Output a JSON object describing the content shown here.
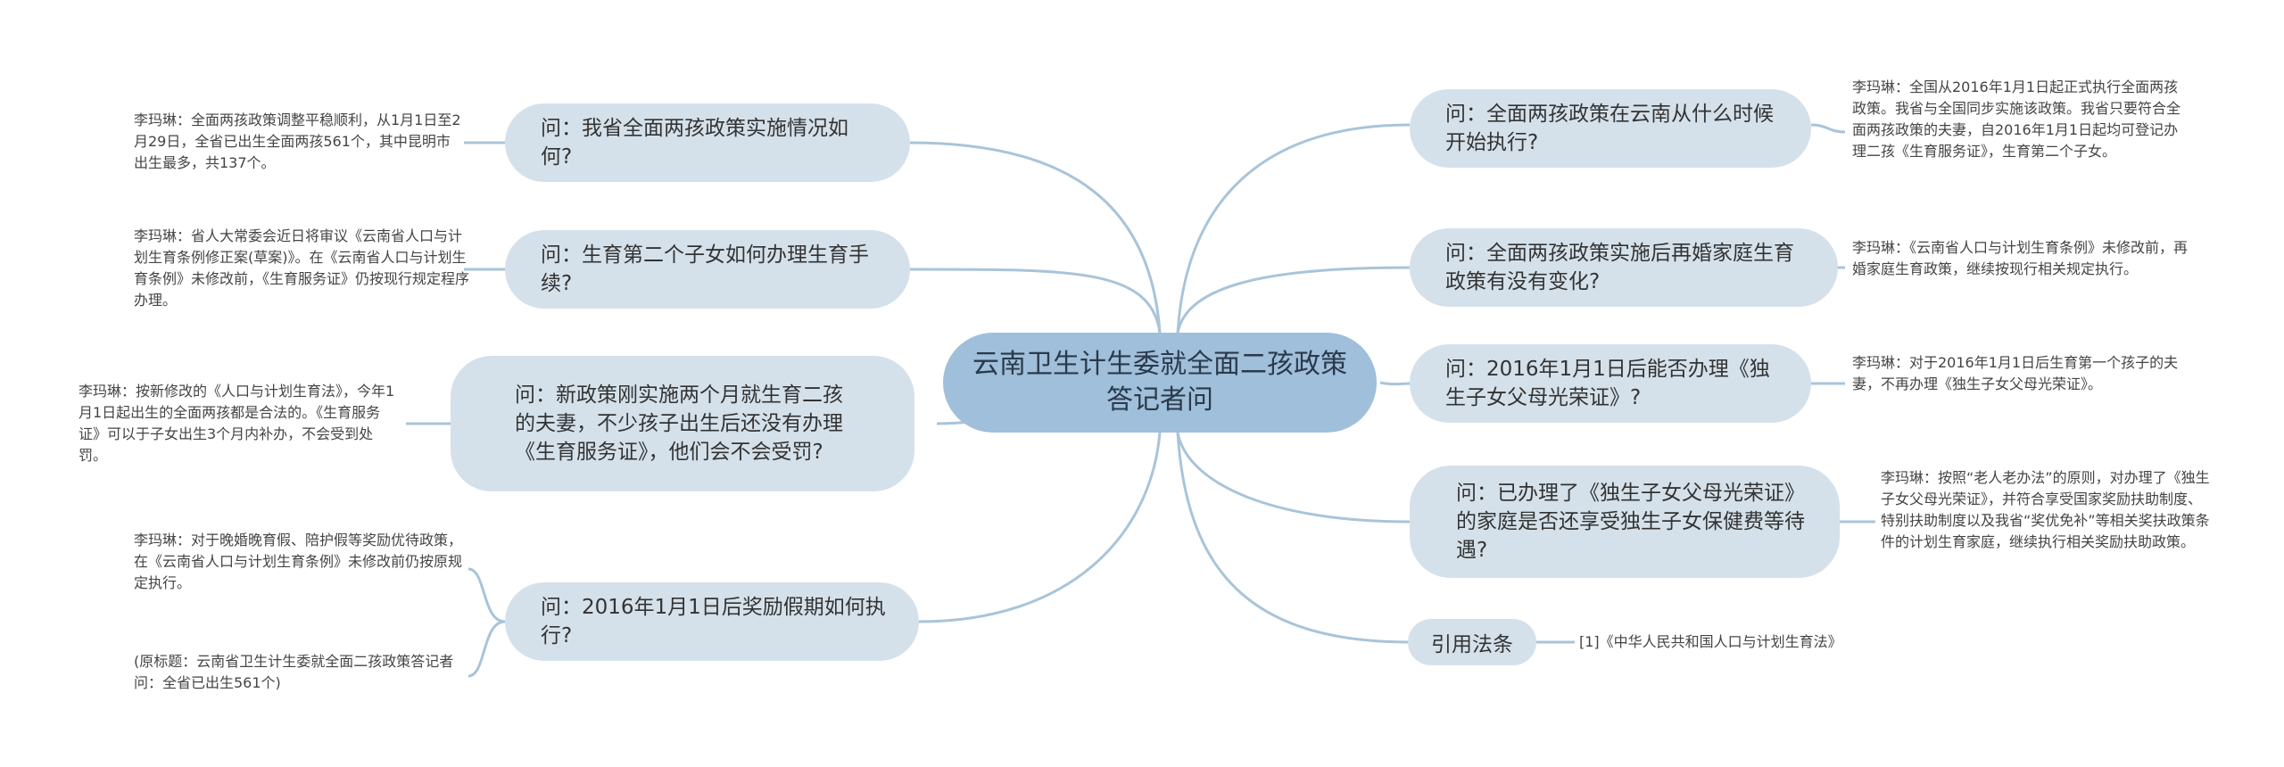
{
  "root": {
    "title": "云南卫生计生委就全面二孩政策答记者问"
  },
  "left": [
    {
      "question": "问：我省全面两孩政策实施情况如何?",
      "answer": "李玛琳：全面两孩政策调整平稳顺利，从1月1日至2月29日，全省已出生全面两孩561个，其中昆明市出生最多，共137个。"
    },
    {
      "question": "问：生育第二个子女如何办理生育手续?",
      "answer": "李玛琳：省人大常委会近日将审议《云南省人口与计划生育条例修正案(草案)》。在《云南省人口与计划生育条例》未修改前，《生育服务证》仍按现行规定程序办理。"
    },
    {
      "question": "问：新政策刚实施两个月就生育二孩的夫妻，不少孩子出生后还没有办理《生育服务证》，他们会不会受罚?",
      "answer": "李玛琳：按新修改的《人口与计划生育法》，今年1月1日起出生的全面两孩都是合法的。《生育服务证》可以于子女出生3个月内补办，不会受到处罚。"
    },
    {
      "question": "问：2016年1月1日后奖励假期如何执行?",
      "answer": "李玛琳：对于晚婚晚育假、陪护假等奖励优待政策，在《云南省人口与计划生育条例》未修改前仍按原规定执行。",
      "answer2": "(原标题：云南省卫生计生委就全面二孩政策答记者问：全省已出生561个)"
    }
  ],
  "right": [
    {
      "question": "问：全面两孩政策在云南从什么时候开始执行?",
      "answer": "李玛琳：全国从2016年1月1日起正式执行全面两孩政策。我省与全国同步实施该政策。我省只要符合全面两孩政策的夫妻，自2016年1月1日起均可登记办理二孩《生育服务证》，生育第二个子女。"
    },
    {
      "question": "问：全面两孩政策实施后再婚家庭生育政策有没有变化?",
      "answer": "李玛琳：《云南省人口与计划生育条例》未修改前，再婚家庭生育政策，继续按现行相关规定执行。"
    },
    {
      "question": "问：2016年1月1日后能否办理《独生子女父母光荣证》?",
      "answer": "李玛琳：对于2016年1月1日后生育第一个孩子的夫妻，不再办理《独生子女父母光荣证》。"
    },
    {
      "question": "问：已办理了《独生子女父母光荣证》的家庭是否还享受独生子女保健费等待遇?",
      "answer": "李玛琳：按照“老人老办法”的原则，对办理了《独生子女父母光荣证》，并符合享受国家奖励扶助制度、特别扶助制度以及我省“奖优免补”等相关奖扶政策条件的计划生育家庭，继续执行相关奖励扶助政策。"
    }
  ],
  "citation": {
    "label": "引用法条",
    "text": "[1]《中华人民共和国人口与计划生育法》"
  },
  "colors": {
    "root_fill": "#9fbfdb",
    "node_fill": "#d5e1ea",
    "line": "#9fbfdb"
  }
}
